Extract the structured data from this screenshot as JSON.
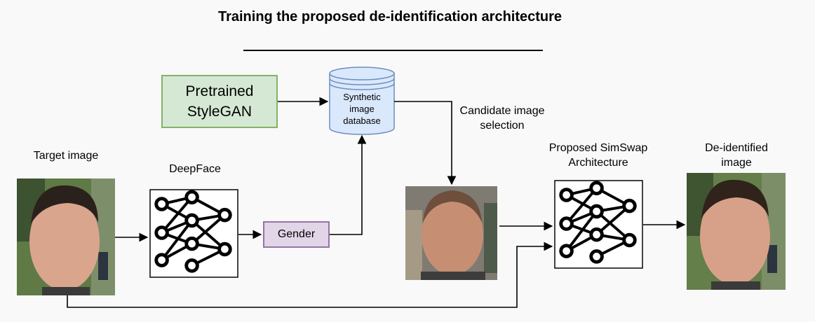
{
  "diagram": {
    "title": "Training the proposed de-identification architecture",
    "nodes": {
      "stylegan": "Pretrained StyleGAN",
      "database": "Synthetic image database",
      "deepface": "DeepFace",
      "gender": "Gender",
      "candidate_selection": "Candidate image selection",
      "simswap": "Proposed SimSwap Architecture",
      "target_image": "Target image",
      "deidentified_image": "De-identified image"
    }
  },
  "colors": {
    "stylegan_fill": "#d5e8d4",
    "stylegan_border": "#82b366",
    "gender_fill": "#e1d5e7",
    "gender_border": "#9673a6",
    "database_fill": "#dae8fc",
    "database_border": "#6c8ebf"
  }
}
